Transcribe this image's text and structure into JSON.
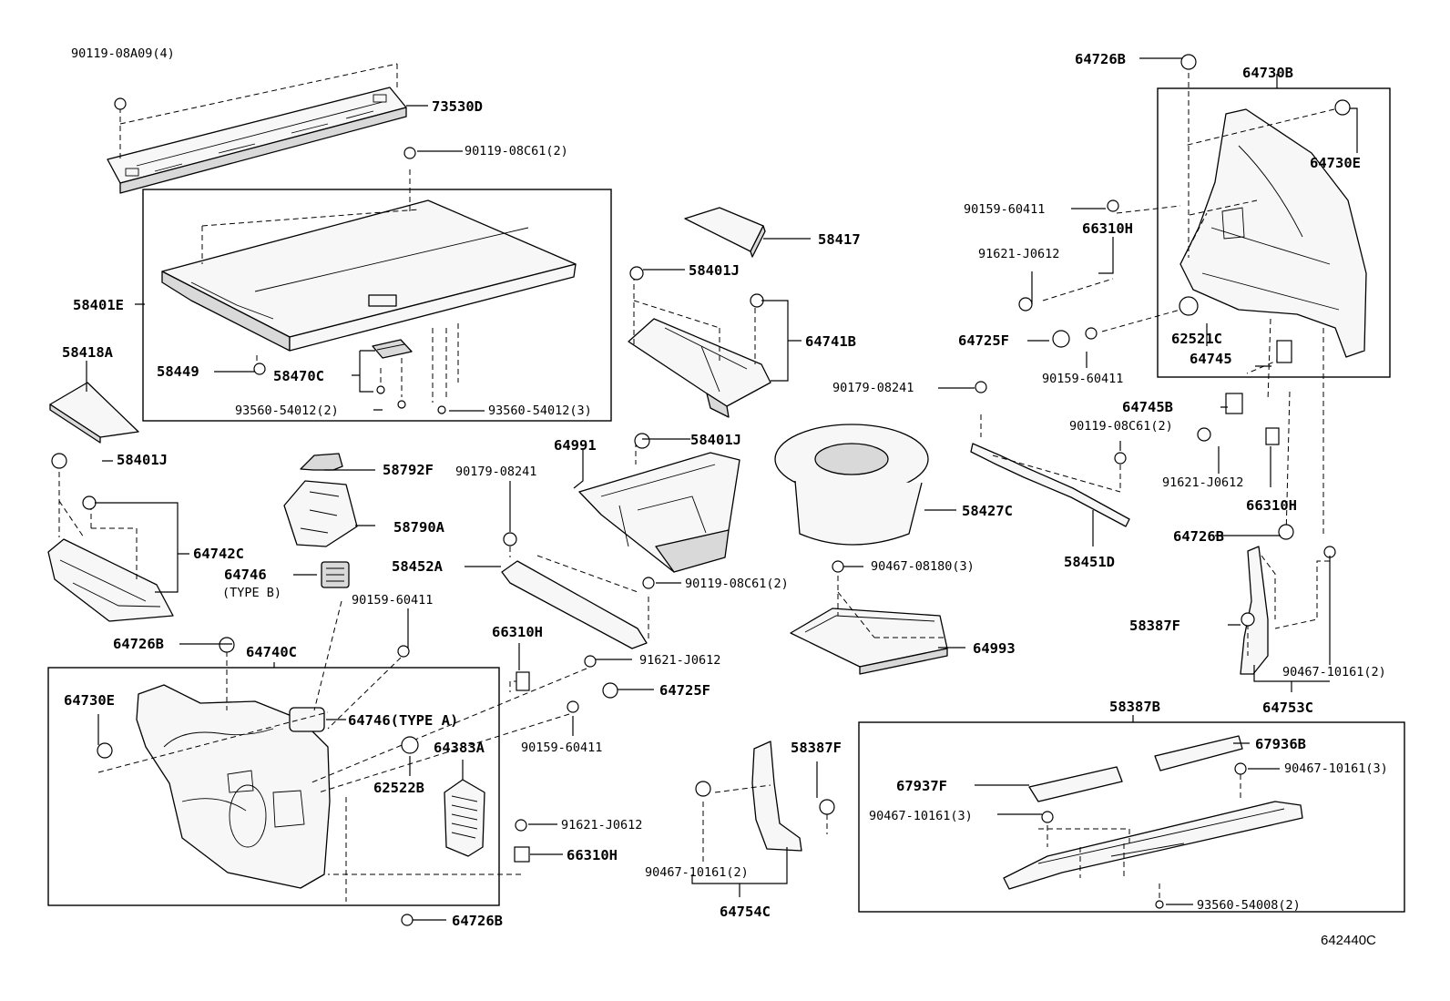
{
  "labels": {
    "l1": "90119-08A09(4)",
    "l2": "73530D",
    "l3": "90119-08C61(2)",
    "l4": "58401E",
    "l5": "58418A",
    "l6": "58449",
    "l7": "58470C",
    "l8": "93560-54012(2)",
    "l9": "93560-54012(3)",
    "l10": "58417",
    "l11": "58401J",
    "l12": "64741B",
    "l13": "64726B",
    "l14": "64730B",
    "l15": "64730E",
    "l16": "90159-60411",
    "l17": "66310H",
    "l18": "91621-J0612",
    "l19": "64725F",
    "l20": "62521C",
    "l21": "64745",
    "l22": "90159-60411",
    "l23": "90179-08241",
    "l24": "64745B",
    "l25": "90119-08C61(2)",
    "l26": "91621-J0612",
    "l27": "66310H",
    "l28": "64726B",
    "l29": "58401J",
    "l30": "64742C",
    "l31": "58792F",
    "l32": "58790A",
    "l33": "64746",
    "l34": "(TYPE B)",
    "l35": "64991",
    "l36": "58401J",
    "l37": "90179-08241",
    "l38": "58452A",
    "l39": "90119-08C61(2)",
    "l40": "58427C",
    "l41": "90467-08180(3)",
    "l42": "58451D",
    "l43": "64993",
    "l44": "90159-60411",
    "l45": "64726B",
    "l46": "64740C",
    "l47": "64730E",
    "l48": "66310H",
    "l49": "91621-J0612",
    "l50": "64725F",
    "l51": "64746(TYPE A)",
    "l52": "90159-60411",
    "l53": "62522B",
    "l54": "64383A",
    "l55": "91621-J0612",
    "l56": "66310H",
    "l57": "64726B",
    "l58": "58387F",
    "l59": "90467-10161(2)",
    "l60": "64753C",
    "l61": "58387F",
    "l62": "90467-10161(2)",
    "l63": "64754C",
    "l64": "58387B",
    "l65": "67936B",
    "l66": "90467-10161(3)",
    "l67": "67937F",
    "l68": "90467-10161(3)",
    "l69": "93560-54008(2)",
    "l70": "642440C"
  }
}
